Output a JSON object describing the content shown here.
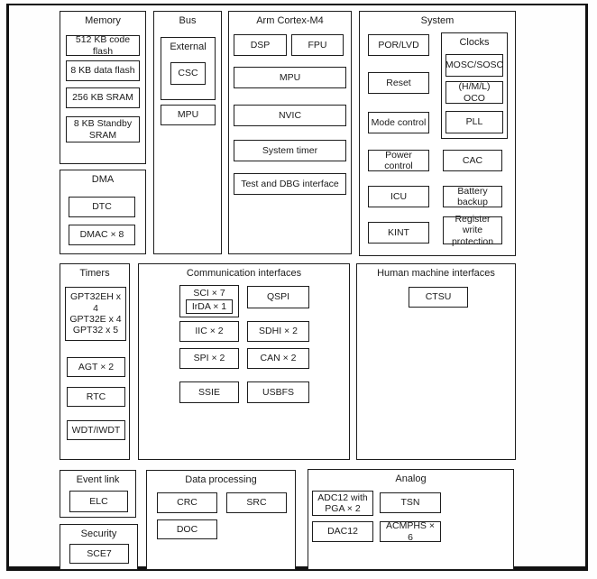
{
  "diagram": {
    "memory": {
      "title": "Memory",
      "items": [
        "512 KB code flash",
        "8 KB data flash",
        "256 KB SRAM",
        "8 KB Standby SRAM"
      ]
    },
    "dma": {
      "title": "DMA",
      "items": [
        "DTC",
        "DMAC × 8"
      ]
    },
    "bus": {
      "title": "Bus",
      "external_label": "External",
      "csc": "CSC",
      "mpu": "MPU"
    },
    "cortex": {
      "title": "Arm Cortex-M4",
      "dsp": "DSP",
      "fpu": "FPU",
      "items": [
        "MPU",
        "NVIC",
        "System timer",
        "Test and DBG interface"
      ]
    },
    "system": {
      "title": "System",
      "left_items": [
        "POR/LVD",
        "Reset",
        "Mode control",
        "Power control",
        "ICU",
        "KINT"
      ],
      "clocks": {
        "title": "Clocks",
        "items": [
          "MOSC/SOSC",
          "(H/M/L) OCO",
          "PLL"
        ]
      },
      "right_items": [
        "CAC",
        "Battery backup",
        "Register write protection"
      ]
    },
    "timers": {
      "title": "Timers",
      "gpt_lines": [
        "GPT32EH x 4",
        "GPT32E x 4",
        "GPT32 x 5"
      ],
      "items": [
        "AGT × 2",
        "RTC",
        "WDT/IWDT"
      ]
    },
    "comm": {
      "title": "Communication interfaces",
      "sci": "SCI × 7",
      "irda": "IrDA × 1",
      "left_items": [
        "IIC × 2",
        "SPI × 2",
        "SSIE"
      ],
      "right_items": [
        "QSPI",
        "SDHI × 2",
        "CAN × 2",
        "USBFS"
      ]
    },
    "hmi": {
      "title": "Human machine interfaces",
      "ctsu": "CTSU"
    },
    "event_link": {
      "title": "Event link",
      "elc": "ELC"
    },
    "security": {
      "title": "Security",
      "sce": "SCE7"
    },
    "data_processing": {
      "title": "Data processing",
      "crc": "CRC",
      "src": "SRC",
      "doc": "DOC"
    },
    "analog": {
      "title": "Analog",
      "adc": "ADC12 with PGA × 2",
      "tsn": "TSN",
      "dac": "DAC12",
      "acmphs": "ACMPHS × 6"
    },
    "colors": {
      "line": "#1d1d1d",
      "background": "#ffffff"
    }
  }
}
